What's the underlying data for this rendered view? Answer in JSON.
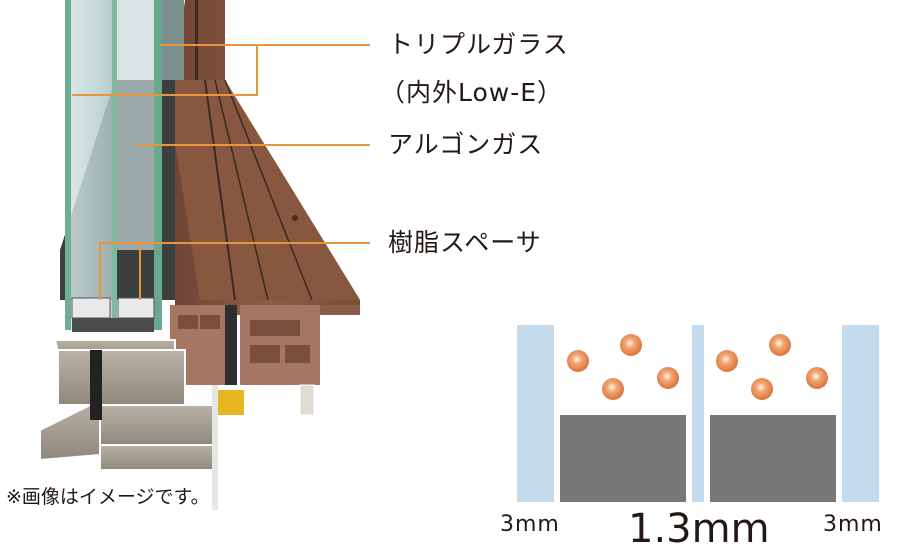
{
  "figure": {
    "title": "",
    "callouts": [
      {
        "id": "triple-glass",
        "line1": "トリプルガラス",
        "line2": "（内外Low-E）"
      },
      {
        "id": "argon-gas",
        "line1": "アルゴンガス"
      },
      {
        "id": "resin-spacer",
        "line1": "樹脂スペーサ"
      }
    ],
    "note": "※画像はイメージです。"
  },
  "gap_diagram": {
    "labels": {
      "left_glass": "3mm",
      "middle_glass": "1.3mm",
      "right_glass": "3mm"
    },
    "colors": {
      "glass": "#c3dbec",
      "spacer": "#777777",
      "gas_particle": "#e8844a",
      "leader_line": "#e9953f",
      "frame_wood": "#8a5a44"
    },
    "gas_particles_per_cavity": 4
  }
}
